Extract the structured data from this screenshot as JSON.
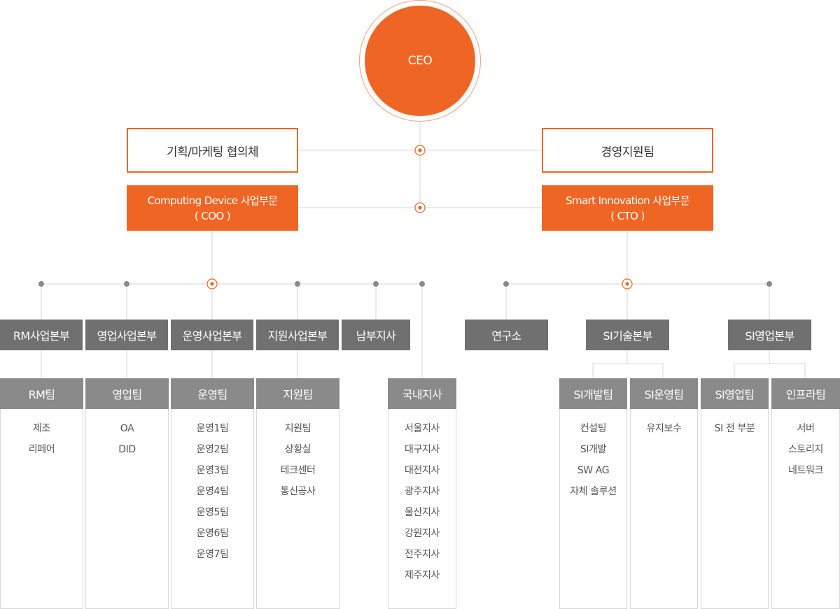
{
  "ceo": "CEO",
  "councils": {
    "left": "기획/마케팅 협의체",
    "right": "경영지원팀"
  },
  "divisions": {
    "left": {
      "name": "Computing Device 사업부문",
      "sub": "( COO )"
    },
    "right": {
      "name": "Smart Innovation 사업부문",
      "sub": "( CTO )"
    }
  },
  "departments": {
    "rm": "RM사업본부",
    "sales": "영업사업본부",
    "ops": "운영사업본부",
    "support": "지원사업본부",
    "south": "남부지사",
    "lab": "연구소",
    "si_tech": "SI기술본부",
    "si_sales": "SI영업본부"
  },
  "teams": [
    {
      "name": "RM팀",
      "items": [
        "제조",
        "리페어"
      ]
    },
    {
      "name": "영업팀",
      "items": [
        "OA",
        "DID"
      ]
    },
    {
      "name": "운영팀",
      "items": [
        "운영1팀",
        "운영2팀",
        "운영3팀",
        "운영4팀",
        "운영5팀",
        "운영6팀",
        "운영7팀"
      ]
    },
    {
      "name": "지원팀",
      "items": [
        "지원팀",
        "상황실",
        "테크센터",
        "통신공사"
      ]
    },
    {
      "name": "국내지사",
      "items": [
        "서울지사",
        "대구지사",
        "대전지사",
        "광주지사",
        "울산지사",
        "강원지사",
        "전주지사",
        "제주지사"
      ]
    },
    {
      "name": "SI개발팀",
      "items": [
        "컨설팅",
        "SI개발",
        "SW AG",
        "자체 솔루션"
      ]
    },
    {
      "name": "SI운영팀",
      "items": [
        "유지보수"
      ]
    },
    {
      "name": "SI영업팀",
      "items": [
        "SI 전 부분"
      ]
    },
    {
      "name": "인프라팀",
      "items": [
        "서버",
        "스토리지",
        "네트워크"
      ]
    }
  ],
  "colors": {
    "accent": "#ef6524",
    "department": "#707070",
    "team": "#8a8a8a",
    "line": "#d5d5d5"
  }
}
